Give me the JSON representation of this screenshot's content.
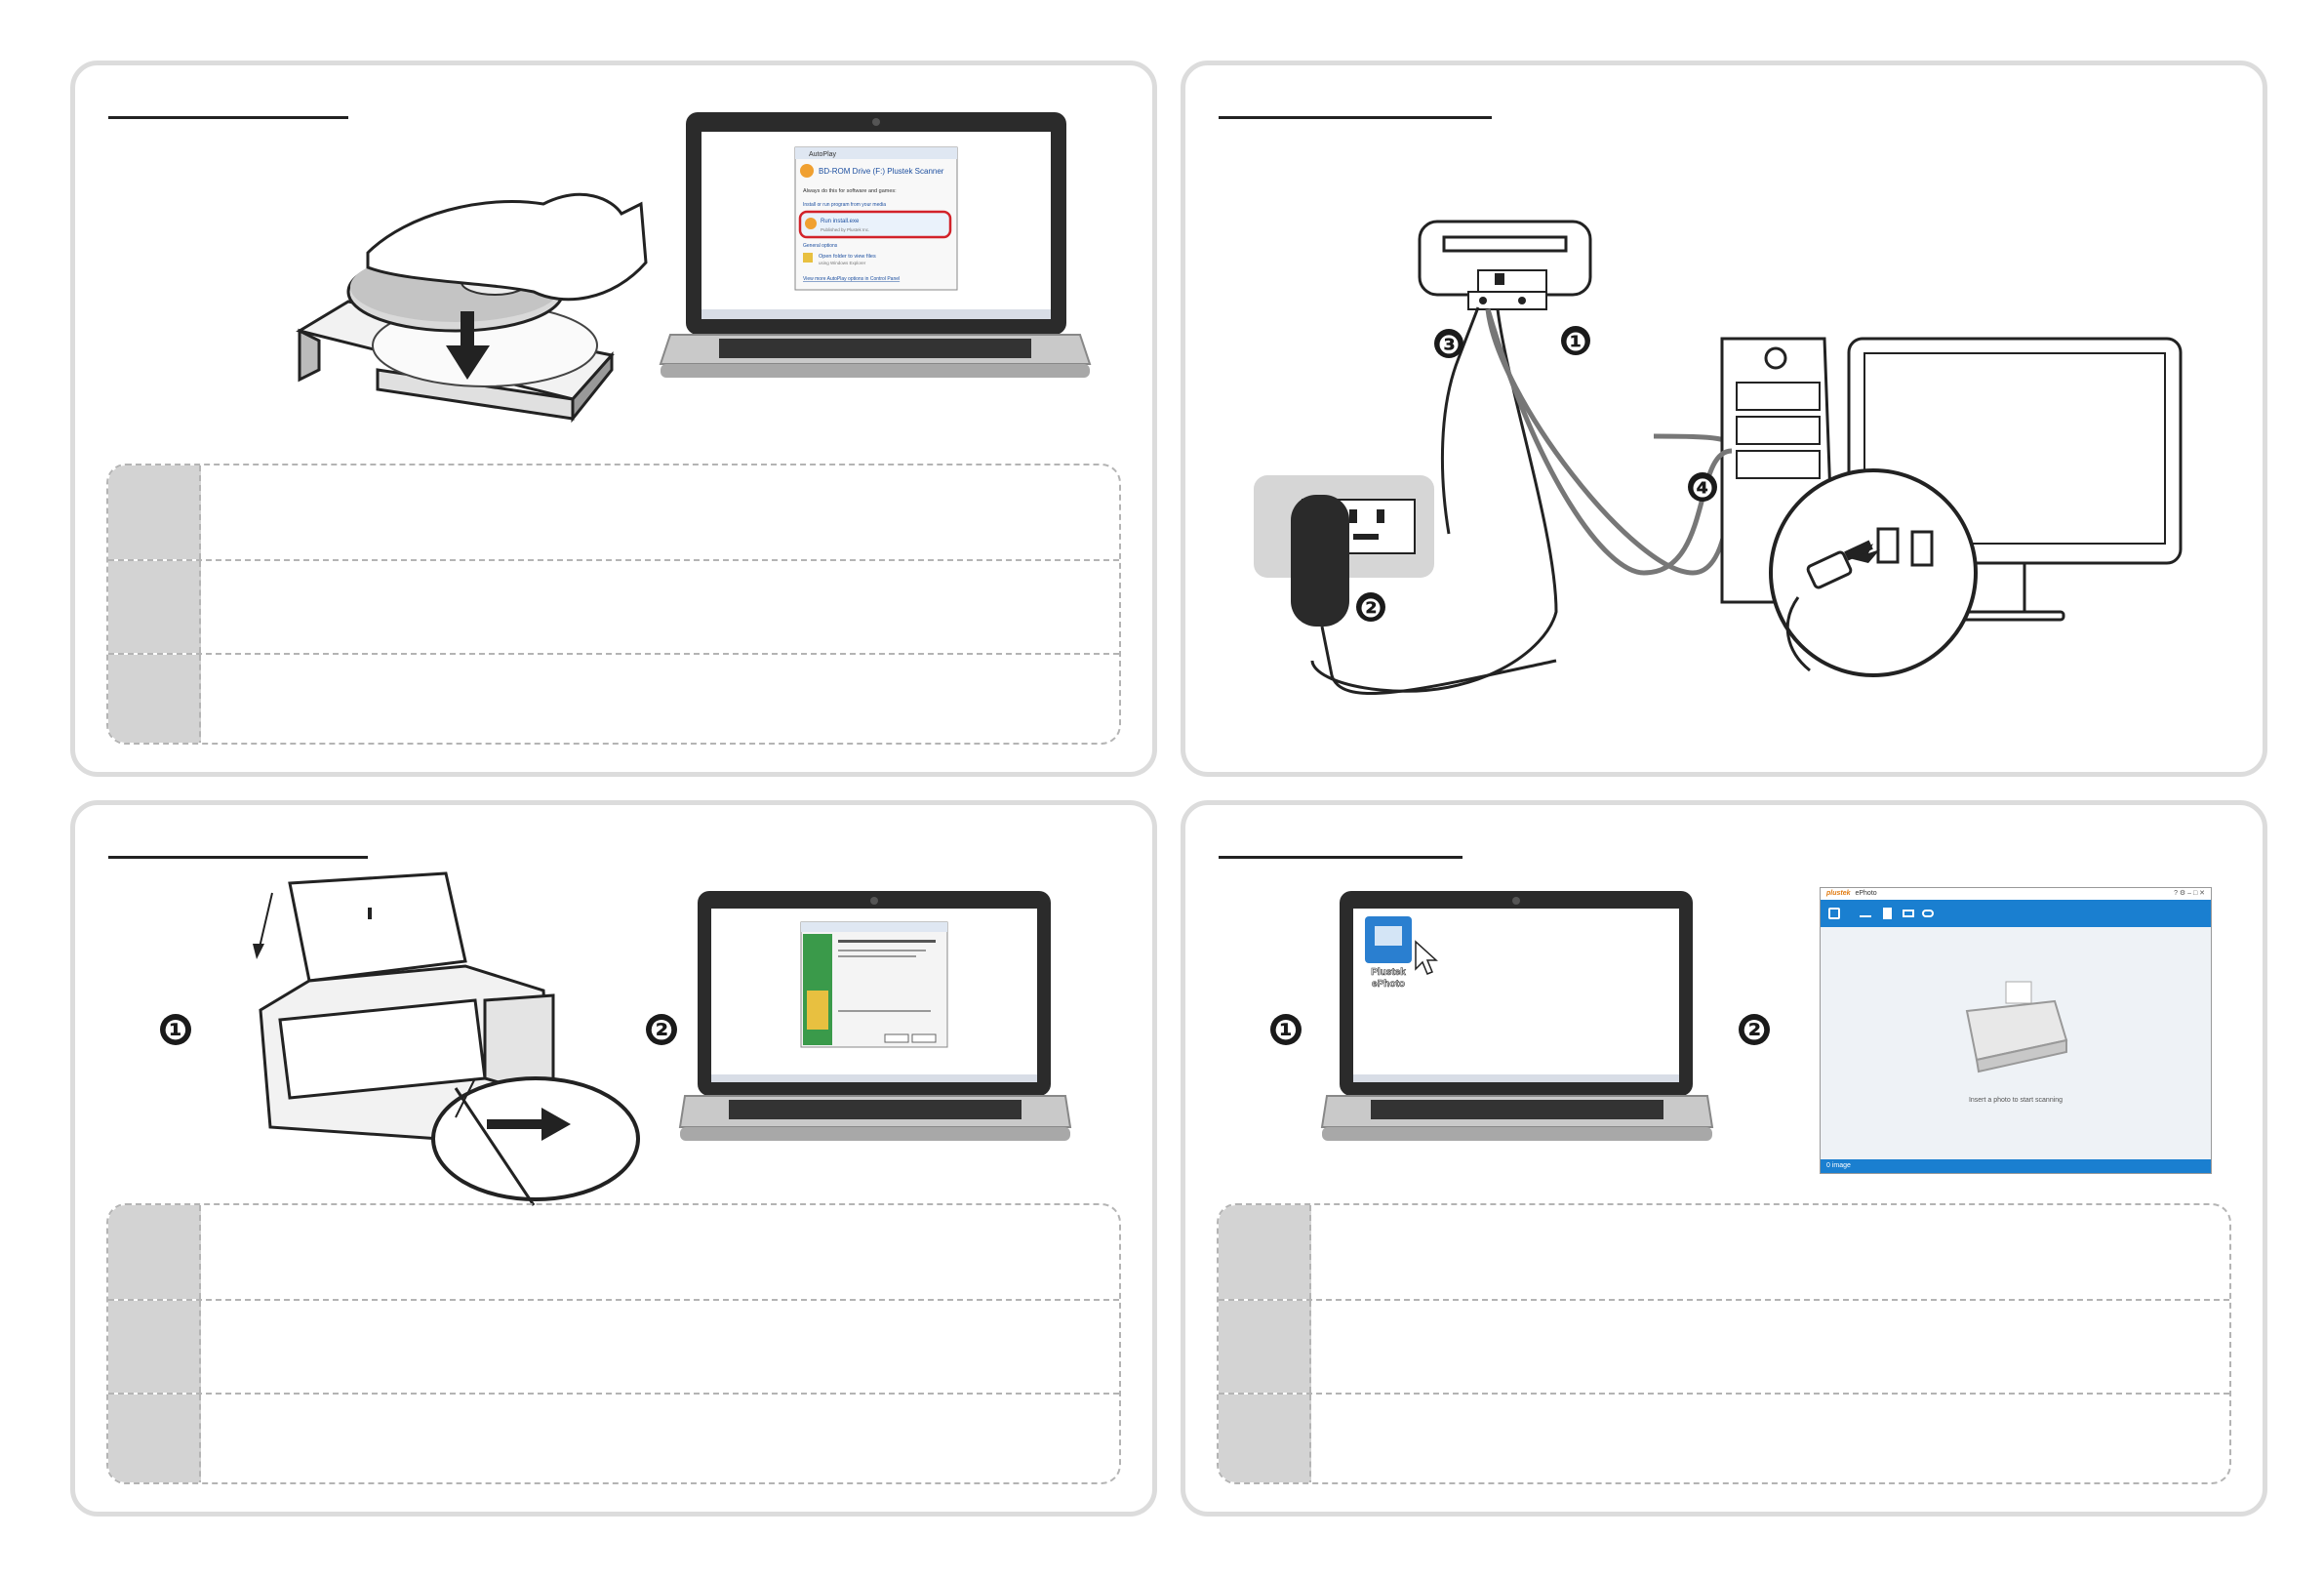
{
  "panels": [
    {
      "title": "",
      "rows": [
        "",
        "",
        ""
      ]
    },
    {
      "title": ""
    },
    {
      "title": "",
      "rows": [
        "",
        "",
        ""
      ]
    },
    {
      "title": "",
      "rows": [
        "",
        "",
        ""
      ]
    }
  ],
  "install_screen": {
    "window_title": "AutoPlay",
    "drive_label": "BD-ROM Drive (F:) Plustek Scanner",
    "always_do": "Always do this for software and games:",
    "install_section": "Install or run program from your media",
    "run_item": "Run install.exe",
    "run_publisher": "Published by Plustek Inc.",
    "general_options": "General options",
    "open_folder": "Open folder to view files",
    "open_folder_sub": "using Windows Explorer",
    "control_panel_link": "View more AutoPlay options in Control Panel"
  },
  "connect_markers": [
    "❸",
    "❶",
    "❹",
    "❷"
  ],
  "step_markers": [
    "❶",
    "❷"
  ],
  "desktop_icon": {
    "line1": "Plustek",
    "line2": "ePhoto"
  },
  "app": {
    "brand": "plustek",
    "name": "ePhoto",
    "hint": "Insert a photo to start scanning",
    "status": "0 image",
    "window_buttons": "? ⚙ – □ ✕"
  },
  "colors": {
    "accent": "#1a7fd0",
    "highlight": "#d2222a",
    "badge": "#1a1a1a",
    "outlet_bg": "#d6d6d6",
    "table_cell": "#d3d3d3"
  }
}
